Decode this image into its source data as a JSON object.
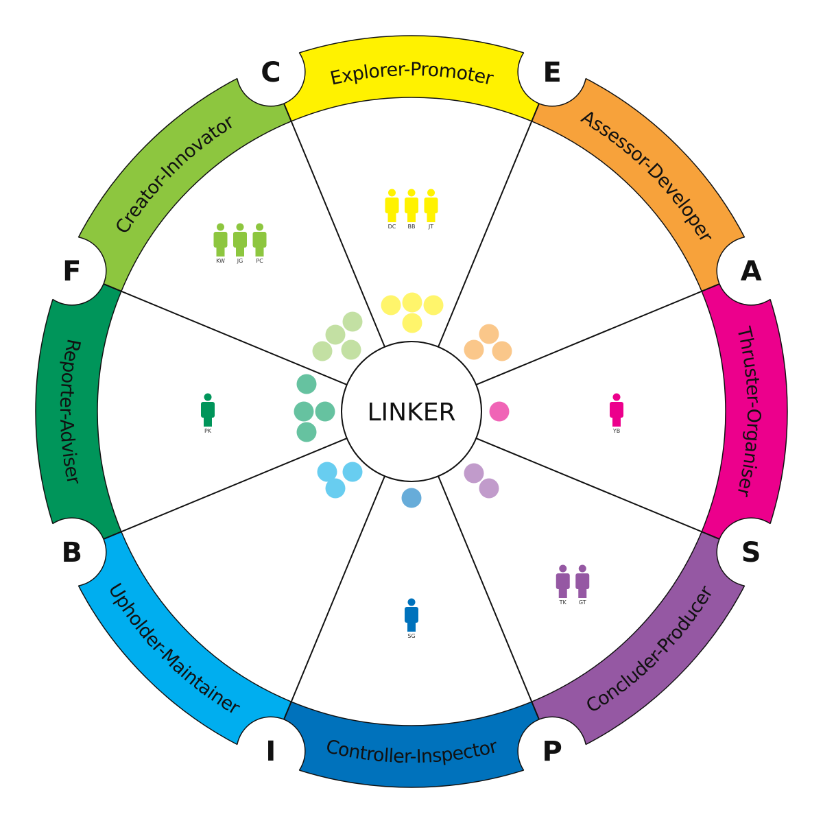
{
  "center": {
    "label": "LINKER"
  },
  "sectors": [
    {
      "role": "Explorer-Promoter",
      "color": "#fff200",
      "dot_color": "#fff56b",
      "dots": 4,
      "people": [
        "DC",
        "BB",
        "JT"
      ]
    },
    {
      "role": "Assessor-Developer",
      "color": "#f7a23b",
      "dot_color": "#fac78a",
      "dots": 3,
      "people": []
    },
    {
      "role": "Thruster-Organiser",
      "color": "#ec008c",
      "dot_color": "#f064b6",
      "dots": 1,
      "people": [
        "YB"
      ]
    },
    {
      "role": "Concluder-Producer",
      "color": "#9558a3",
      "dot_color": "#c19bcb",
      "dots": 2,
      "people": [
        "TK",
        "GT"
      ]
    },
    {
      "role": "Controller-Inspector",
      "color": "#0072bc",
      "dot_color": "#67acd9",
      "dots": 1,
      "people": [
        "SG"
      ]
    },
    {
      "role": "Upholder-Maintainer",
      "color": "#00aeef",
      "dot_color": "#68cdf0",
      "dots": 3,
      "people": []
    },
    {
      "role": "Reporter-Adviser",
      "color": "#00955a",
      "dot_color": "#66c2a0",
      "dots": 4,
      "people": [
        "PK"
      ]
    },
    {
      "role": "Creator-Innovator",
      "color": "#8dc63f",
      "dot_color": "#c3e0a3",
      "dots": 4,
      "people": [
        "KW",
        "JG",
        "PC"
      ]
    }
  ],
  "letters": [
    "C",
    "E",
    "A",
    "S",
    "P",
    "I",
    "B",
    "F"
  ]
}
